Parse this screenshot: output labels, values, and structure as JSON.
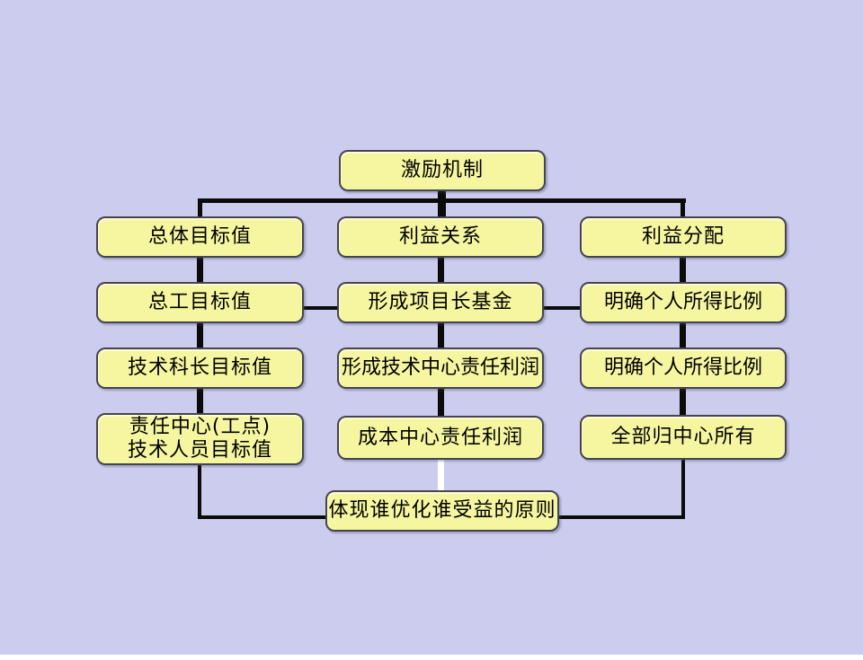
{
  "colors": {
    "bg": "#ccccee",
    "box-fill": "#f6f6a1",
    "box-border": "#45454d",
    "line": "#0b0b0b",
    "line-light": "#ffffff",
    "text": "#000000"
  },
  "diagram": {
    "root": "激励机制",
    "col1": {
      "r1": "总体目标值",
      "r2": "总工目标值",
      "r3": "技术科长目标值",
      "r4": "责任中心(工点)\n技术人员目标值"
    },
    "col2": {
      "r1": "利益关系",
      "r2": "形成项目长基金",
      "r3": "形成技术中心责任利润",
      "r4": "成本中心责任利润"
    },
    "col3": {
      "r1": "利益分配",
      "r2": "明确个人所得比例",
      "r3": "明确个人所得比例",
      "r4": "全部归中心所有"
    },
    "bottom": "体现谁优化谁受益的原则"
  }
}
